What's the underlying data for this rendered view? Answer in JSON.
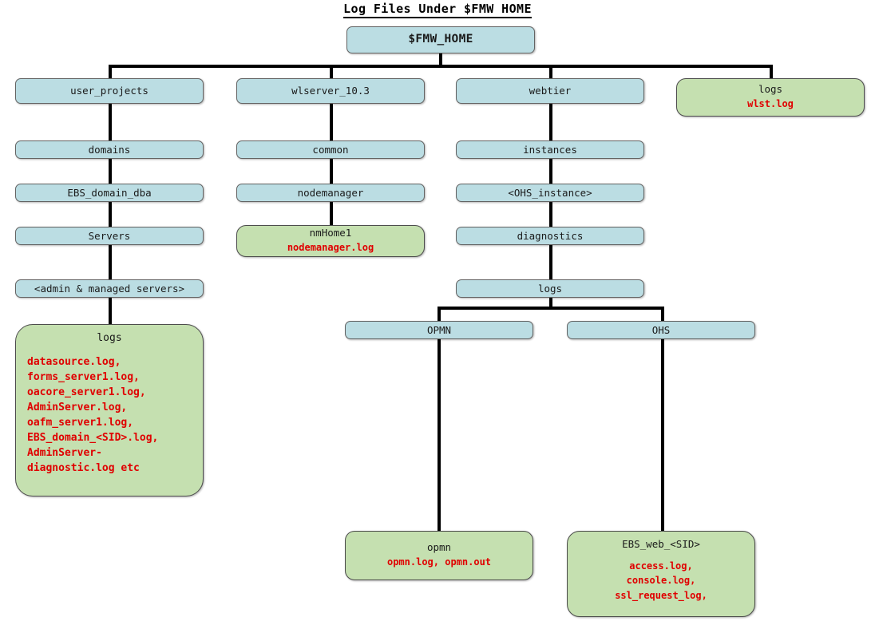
{
  "title": "Log Files Under $FMW HOME",
  "colors": {
    "node_blue": "#bbdde3",
    "node_green": "#c5e0b0",
    "file_text_red": "#e00000",
    "border": "#636363",
    "connector": "#000000",
    "background": "#ffffff"
  },
  "tree": {
    "root": {
      "label": "$FMW_HOME"
    },
    "branches": [
      {
        "name": "user_projects",
        "chain": [
          {
            "label": "user_projects"
          },
          {
            "label": "domains"
          },
          {
            "label": "EBS_domain_dba"
          },
          {
            "label": "Servers"
          },
          {
            "label": "<admin & managed servers>"
          },
          {
            "label": "logs",
            "type": "green",
            "files": "datasource.log,\nforms_server1.log,\noacore_server1.log,\nAdminServer.log,\noafm_server1.log,\nEBS_domain_<SID>.log,\nAdminServer-\ndiagnostic.log etc"
          }
        ]
      },
      {
        "name": "wlserver_10.3",
        "chain": [
          {
            "label": "wlserver_10.3"
          },
          {
            "label": "common"
          },
          {
            "label": "nodemanager"
          },
          {
            "label": "nmHome1",
            "type": "green",
            "files": "nodemanager.log"
          }
        ]
      },
      {
        "name": "webtier",
        "chain": [
          {
            "label": "webtier"
          },
          {
            "label": "instances"
          },
          {
            "label": "<OHS_instance>"
          },
          {
            "label": "diagnostics"
          },
          {
            "label": "logs"
          }
        ],
        "children": [
          {
            "label": "OPMN",
            "child": {
              "label": "opmn",
              "type": "green",
              "files": "opmn.log, opmn.out"
            }
          },
          {
            "label": "OHS",
            "child": {
              "label": "EBS_web_<SID>",
              "type": "green",
              "files": "access.log,\nconsole.log,\nssl_request_log,"
            }
          }
        ]
      },
      {
        "name": "logs",
        "chain": [
          {
            "label": "logs",
            "type": "green",
            "files": "wlst.log"
          }
        ]
      }
    ]
  }
}
